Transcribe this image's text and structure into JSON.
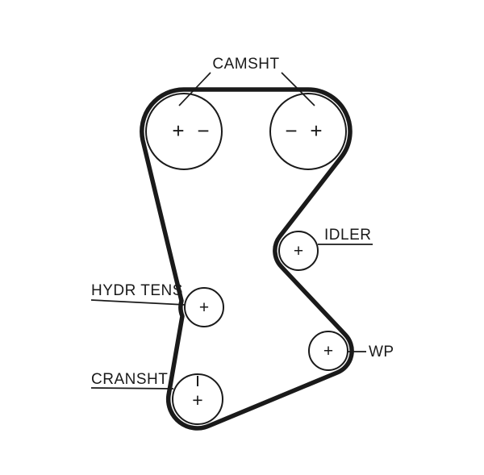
{
  "colors": {
    "line": "#1a1a1a",
    "background": "#ffffff"
  },
  "diagram": {
    "type": "timing-belt-routing",
    "labels": {
      "camshaft": "CAMSHT",
      "idler": "IDLER",
      "hydraulic_tensioner": "HYDR TENS",
      "water_pump": "WP",
      "crankshaft": "CRANSHT"
    },
    "marks": {
      "cam_left": [
        "+",
        "−"
      ],
      "cam_right": [
        "−",
        "+"
      ],
      "idler": "+",
      "tensioner": "+",
      "water_pump": "+",
      "crankshaft": "+"
    }
  }
}
